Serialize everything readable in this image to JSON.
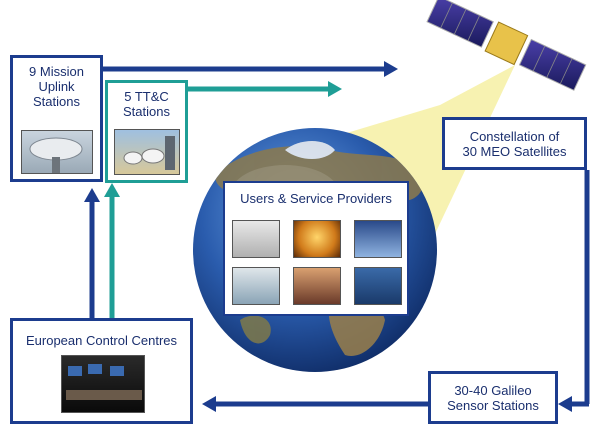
{
  "nodes": {
    "mission_uplink": {
      "label": "9 Mission Uplink Stations"
    },
    "ttc": {
      "label": "5 TT&C Stations"
    },
    "constellation": {
      "label": "Constellation of 30 MEO Satellites"
    },
    "users": {
      "label": "Users & Service Providers"
    },
    "control": {
      "label": "European Control Centres"
    },
    "sensor": {
      "label": "30-40 Galileo Sensor Stations"
    }
  },
  "colors": {
    "arrow_blue": "#1c3c8e",
    "arrow_teal": "#1f9e96",
    "beam": "#f6f1a8",
    "ocean": "#1f4f9e",
    "land": "#8c7a4c"
  },
  "icons": {
    "satellite": "satellite-icon",
    "globe": "earth-globe-icon"
  }
}
